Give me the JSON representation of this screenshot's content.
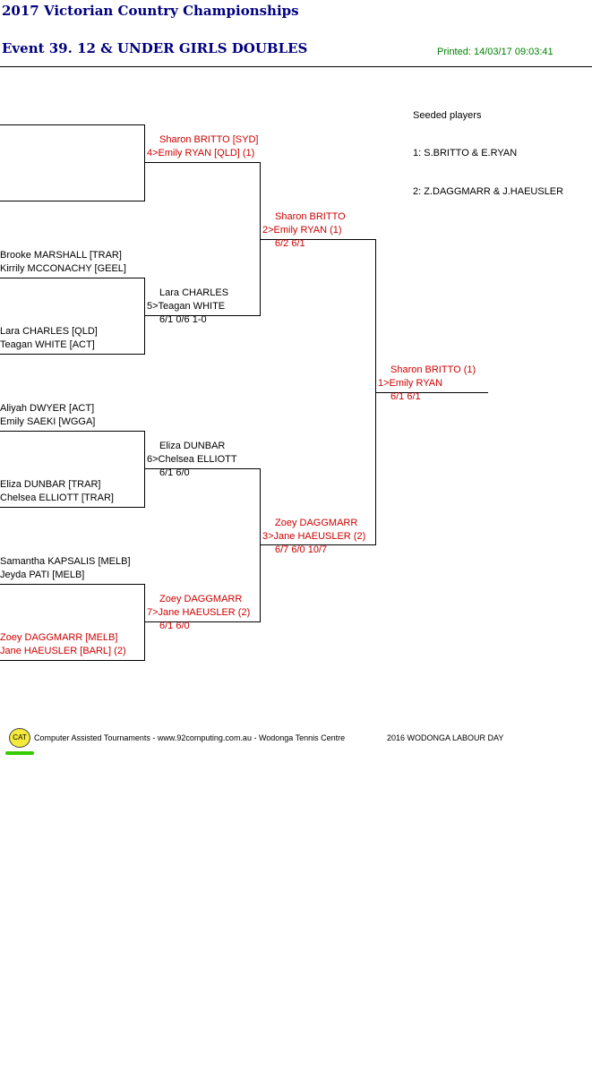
{
  "header": {
    "title": "2017 Victorian Country Championships",
    "event": "Event 39. 12 & UNDER GIRLS DOUBLES",
    "printed": "Printed: 14/03/17 09:03:41"
  },
  "seeds": {
    "heading": "Seeded players",
    "s1": "1: S.BRITTO & E.RYAN",
    "s2": "2: Z.DAGGMARR & J.HAEUSLER"
  },
  "r1": {
    "m2_a": "Brooke MARSHALL [TRAR]",
    "m2_b": "Kirrily MCCONACHY [GEEL]",
    "m2_c": "Lara CHARLES [QLD]",
    "m2_d": "Teagan WHITE [ACT]",
    "m3_a": "Aliyah DWYER [ACT]",
    "m3_b": "Emily SAEKI [WGGA]",
    "m3_c": "Eliza DUNBAR [TRAR]",
    "m3_d": "Chelsea ELLIOTT [TRAR]",
    "m4_a": "Samantha KAPSALIS [MELB]",
    "m4_b": "Jeyda PATI [MELB]",
    "m4_c": "Zoey DAGGMARR [MELB]",
    "m4_d": "Jane HAEUSLER [BARL] (2)"
  },
  "r2": {
    "w1_a": "Sharon BRITTO [SYD]",
    "w1_b": "4>Emily RYAN [QLD] (1)",
    "w2_a": "Lara CHARLES",
    "w2_b": "5>Teagan WHITE",
    "w2_s": "6/1 0/6 1-0",
    "w3_a": "Eliza DUNBAR",
    "w3_b": "6>Chelsea ELLIOTT",
    "w3_s": "6/1 6/0",
    "w4_a": "Zoey DAGGMARR",
    "w4_b": "7>Jane HAEUSLER (2)",
    "w4_s": "6/1 6/0"
  },
  "sf": {
    "w1_a": "Sharon BRITTO",
    "w1_b": "2>Emily RYAN (1)",
    "w1_s": "6/2 6/1",
    "w2_a": "Zoey DAGGMARR",
    "w2_b": "3>Jane HAEUSLER (2)",
    "w2_s": "6/7 6/0 10/7"
  },
  "final": {
    "a": "Sharon BRITTO (1)",
    "b": "1>Emily RYAN",
    "s": "6/1 6/1"
  },
  "footer": {
    "logo": "CAT",
    "credit": "Computer Assisted Tournaments - www.92computing.com.au -  Wodonga Tennis Centre",
    "tournament": "2016 WODONGA LABOUR DAY"
  }
}
